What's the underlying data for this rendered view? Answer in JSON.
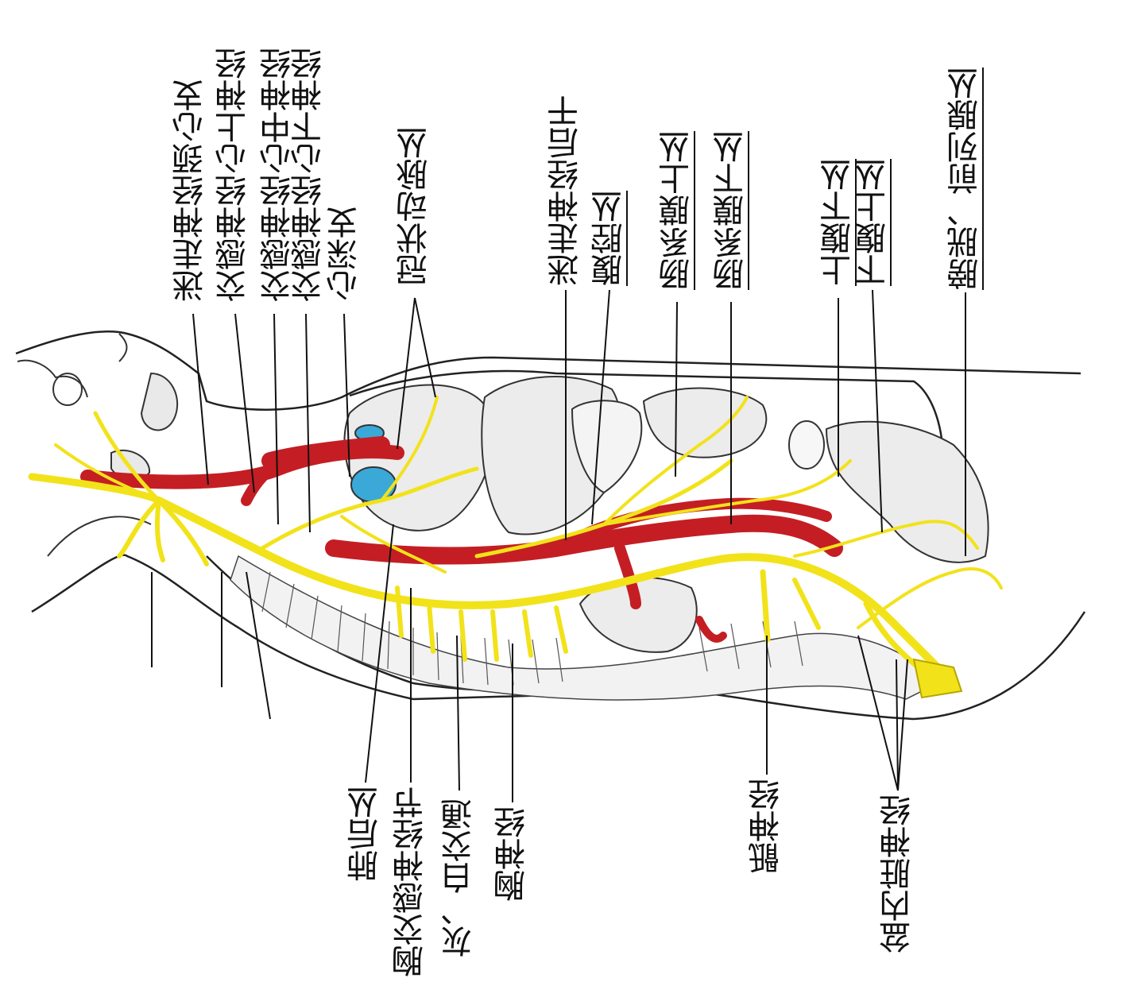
{
  "labels": {
    "l1": "迷走神经颈心支",
    "l2": "交感神经心上神经",
    "l3": "交感神经心中神经",
    "l4": "交感神经心下神经",
    "l5": "心深支",
    "l6": "冠状动脉丛",
    "l7": "迷走神经后干",
    "l8": "腹腔丛",
    "l9": "肠系膜上丛",
    "l10": "肠系膜下丛",
    "l11": "上腹下丛",
    "l12": "下腹上丛",
    "l13": "膀胱、前列腺丛",
    "b1": "肺后丛",
    "b2": "胸交感神经节",
    "b3": "灰、白交通",
    "b4": "胸神经",
    "b5": "骶神经",
    "b6": "盆内脏神经"
  },
  "colors": {
    "nerve": "#f2e21a",
    "nerve_edge": "#b7a600",
    "artery": "#c41e24",
    "vein": "#3aa9d8",
    "outline": "#222222"
  }
}
